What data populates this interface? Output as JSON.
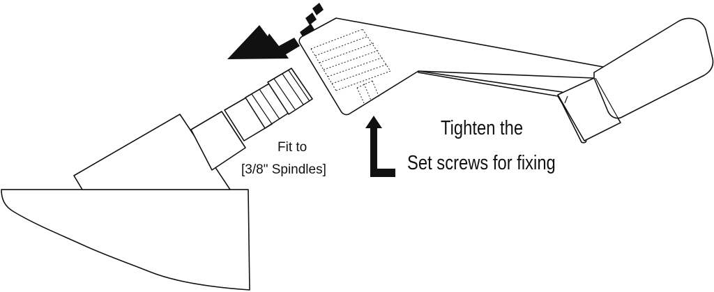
{
  "labels": {
    "fit_to": "Fit to",
    "spindle_size": "[3/8\" Spindles]",
    "instruction_line1": "Tighten the",
    "instruction_line2": "Set  screws for fixing"
  },
  "colors": {
    "line": "#111111",
    "background": "#ffffff"
  },
  "icons": {
    "movement_arrow": "dashed-arrow-left-icon",
    "tighten_arrow": "l-shaped-up-arrow-icon"
  }
}
